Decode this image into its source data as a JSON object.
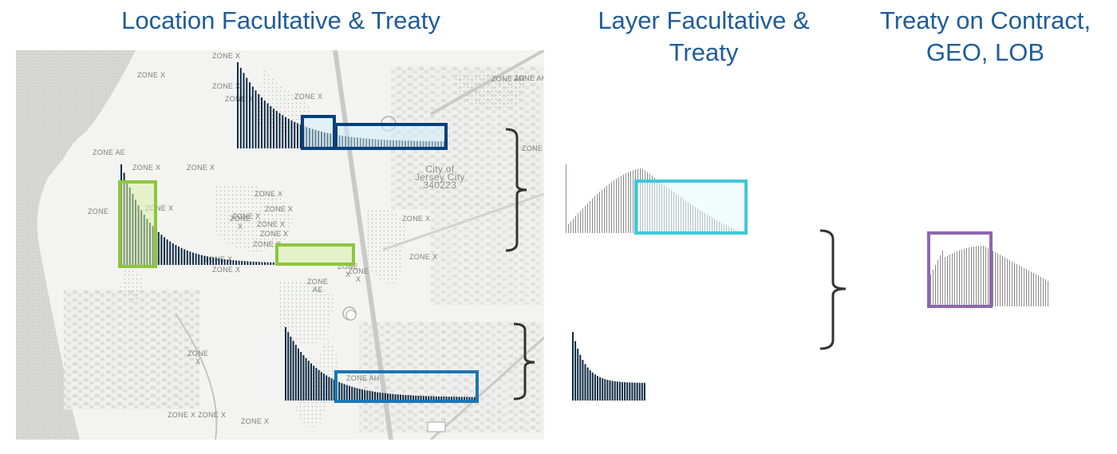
{
  "titles": {
    "location": "Location Facultative & Treaty",
    "layer": "Layer Facultative &\nTreaty",
    "treaty": "Treaty on Contract,\nGEO, LOB"
  },
  "colors": {
    "title": "#1f5c99",
    "dark_bar": "#0e2a45",
    "light_bar": "#8a8a8a",
    "box_navy": "#0b3f7a",
    "box_lightblue_fill": "#cdeefa",
    "box_green": "#8cc63f",
    "box_green_fill": "#d9f0a8",
    "box_blue": "#1a77b5",
    "box_cyan": "#3fc8d8",
    "box_purple": "#8e67ad",
    "brace": "#333333"
  },
  "map_labels": [
    "ZONE X",
    "ZONE X",
    "ZONE X",
    "ZONE X",
    "ZONE AH",
    "ZONE X",
    "ZONE AE",
    "ZONE X",
    "ZONE X",
    "ZONE X",
    "ZONE",
    "ZONE\nX",
    "ZONE X",
    "ZONE X",
    "ZONE X",
    "ZONE X",
    "ZONE X",
    "ZONE X",
    "ZONE X",
    "ZONE X",
    "ZONE X",
    "ZONE\nX",
    "ZONE\nAE",
    "ZONE\nX",
    "ZONE AH",
    "ZONE\nX",
    "ZONE X",
    "ZONE",
    "ZONE AH",
    "City of\nJersey City\n340223",
    "ZONE X",
    "ZONE X",
    "ZONE X"
  ]
}
